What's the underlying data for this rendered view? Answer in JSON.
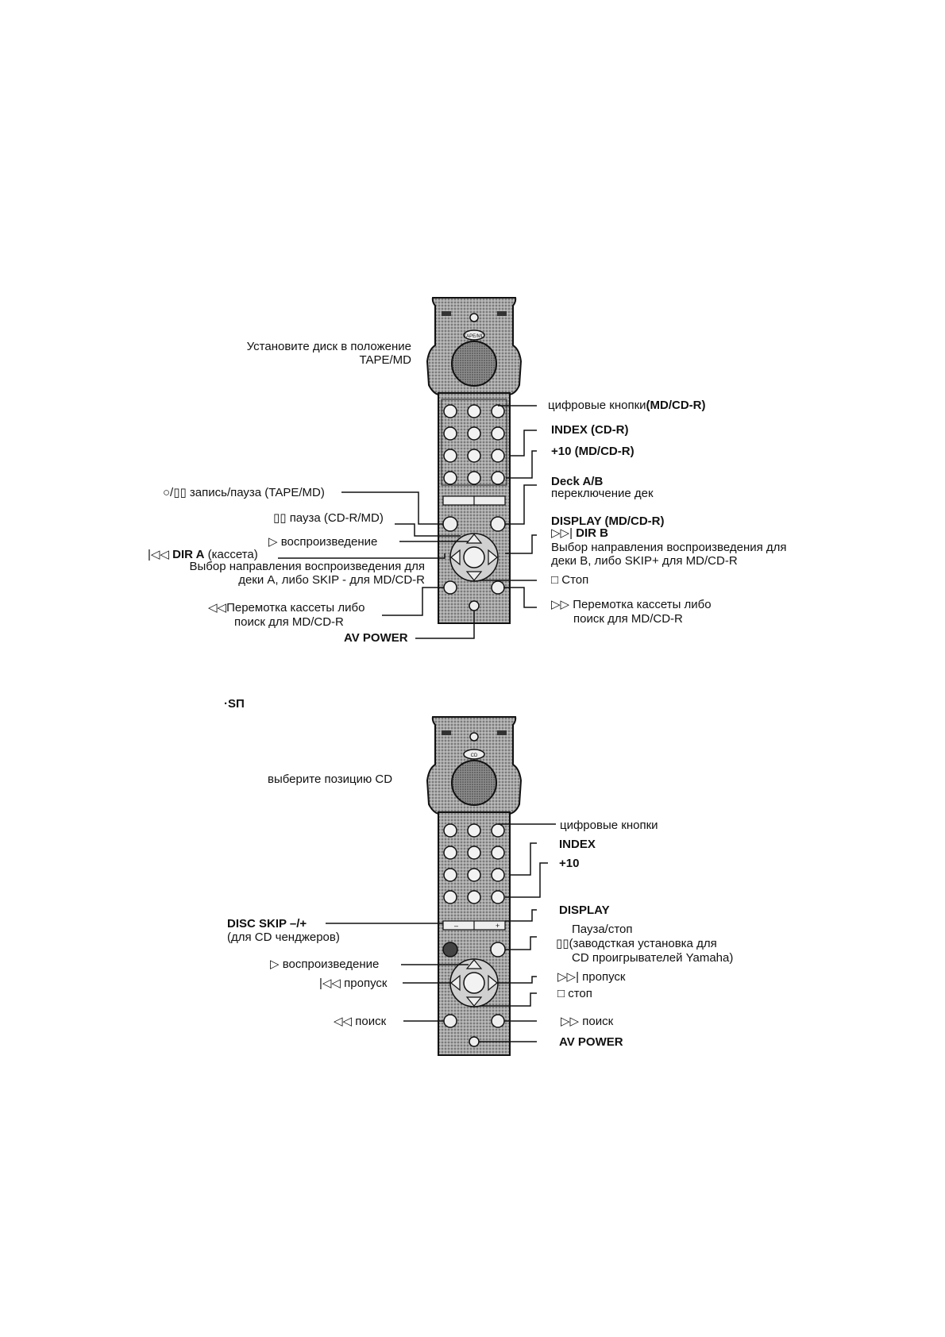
{
  "header_fragment": "·SΠ",
  "remote1": {
    "dial": "TAPE/MD",
    "labels": {
      "dial_line1": "Установите диск в положение",
      "dial_line2": "TAPE/MD",
      "digits_text": "цифровые кнопки",
      "digits_bold": "(MD/CD-R)",
      "index": "INDEX (CD-R)",
      "plus10": "+10 (MD/CD-R)",
      "deck_ab": "Deck A/B",
      "deck_ab_sub": "переключение дек",
      "rec_pause_symbol": "○/▯▯",
      "rec_pause": "запись/пауза (TAPE/MD)",
      "pause_symbol": "▯▯",
      "pause": "пауза (CD-R/MD)",
      "display": "DISPLAY (MD/CD-R)",
      "dir_b_symbol": "▷▷|",
      "dir_b": "DIR B",
      "dir_b_desc1": "Выбор направления воспроизведения для",
      "dir_b_desc2": "деки B, либо SKIP+ для MD/CD-R",
      "play_symbol": "▷",
      "play": "воспроизведение",
      "dir_a_symbol": "|◁◁",
      "dir_a": "DIR A",
      "dir_a_paren": "(кассета)",
      "dir_a_desc1": "Выбор направления воспроизведения для",
      "dir_a_desc2": "деки A, либо SKIP - для MD/CD-R",
      "stop_symbol": "□",
      "stop": "Стоп",
      "rew_symbol": "◁◁",
      "rew1": "Перемотка кассеты либо",
      "rew2": "поиск для MD/CD-R",
      "ff_symbol": "▷▷",
      "ff1": "Перемотка кассеты либо",
      "ff2": "поиск для MD/CD-R",
      "av_power": "AV POWER"
    }
  },
  "remote2": {
    "dial": "CD",
    "labels": {
      "dial_line1": "выберите позицию CD",
      "digits": "цифровые кнопки",
      "index": "INDEX",
      "plus10": "+10",
      "display": "DISPLAY",
      "pause_stop": "Пауза/стоп",
      "pause_symbol": "▯▯",
      "pause_factory": "(заводсткая установка для",
      "pause_factory2": "CD проигрывателей Yamaha)",
      "disc_skip": "DISC SKIP –/+",
      "disc_skip_sub": "(для CD ченджеров)",
      "play_symbol": "▷",
      "play": "воспроизведение",
      "skip_back_symbol": "|◁◁",
      "skip_back": "пропуск",
      "skip_fwd_symbol": "▷▷|",
      "skip_fwd": "пропуск",
      "stop_symbol": "□",
      "stop": "стоп",
      "search_back_symbol": "◁◁",
      "search_back": "поиск",
      "search_fwd_symbol": "▷▷",
      "search_fwd": "поиск",
      "av_power": "AV POWER"
    }
  },
  "colors": {
    "ink": "#111111",
    "remote_body": "#9a9a9a",
    "remote_dark": "#3c3c3c",
    "button": "#f2f2f2"
  }
}
